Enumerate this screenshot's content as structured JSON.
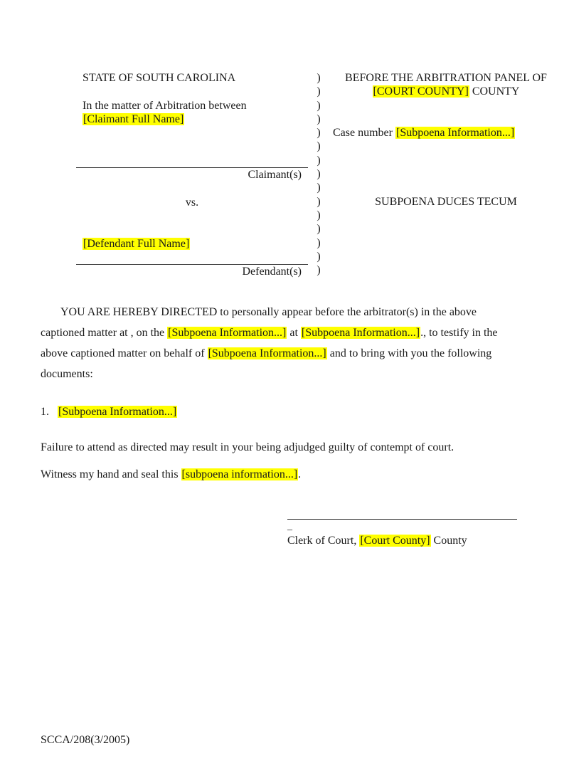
{
  "caption": {
    "left": {
      "state_line": "STATE OF SOUTH CAROLINA",
      "matter_line": "In the matter of Arbitration between",
      "claimant_placeholder": "[Claimant Full Name]",
      "claimant_label": "Claimant(s)",
      "vs_label": "vs.",
      "defendant_placeholder": "[Defendant Full Name]",
      "defendant_label": "Defendant(s)"
    },
    "divider_char": ")",
    "divider_count": 15,
    "right": {
      "panel_line": "BEFORE THE ARBITRATION PANEL OF",
      "county_placeholder": "[COURT COUNTY]",
      "county_suffix": " COUNTY",
      "case_number_label": "Case number ",
      "case_number_placeholder": "[Subpoena Information...]",
      "doc_title": "SUBPOENA DUCES TECUM"
    }
  },
  "body": {
    "directive": {
      "seg1": "YOU ARE HEREBY DIRECTED to personally appear before the arbitrator(s) in the above captioned matter at , on the ",
      "placeholder1": "[Subpoena Information...]",
      "seg2": " at ",
      "placeholder2": "[Subpoena Information...]",
      "seg3": "., to testify in the above captioned matter on behalf of ",
      "placeholder3": "[Subpoena Information...]",
      "seg4": " and to bring with you the following documents:"
    },
    "list_item": {
      "number": "1.",
      "placeholder": "[Subpoena Information...]"
    },
    "failure_line": "Failure to attend as directed may result in your being adjudged guilty of contempt of court.",
    "witness": {
      "prefix": "Witness my hand and seal this ",
      "placeholder": "[subpoena information...]",
      "suffix": "."
    }
  },
  "signature": {
    "stray_mark": "_",
    "clerk_prefix": "Clerk of Court, ",
    "county_placeholder": "[Court County]",
    "clerk_suffix": " County"
  },
  "footer": {
    "form_number": "SCCA/208(3/2005)"
  },
  "colors": {
    "highlight": "#ffff00",
    "text": "#1a1a1a",
    "rule": "#3a3a3a",
    "background": "#ffffff"
  }
}
